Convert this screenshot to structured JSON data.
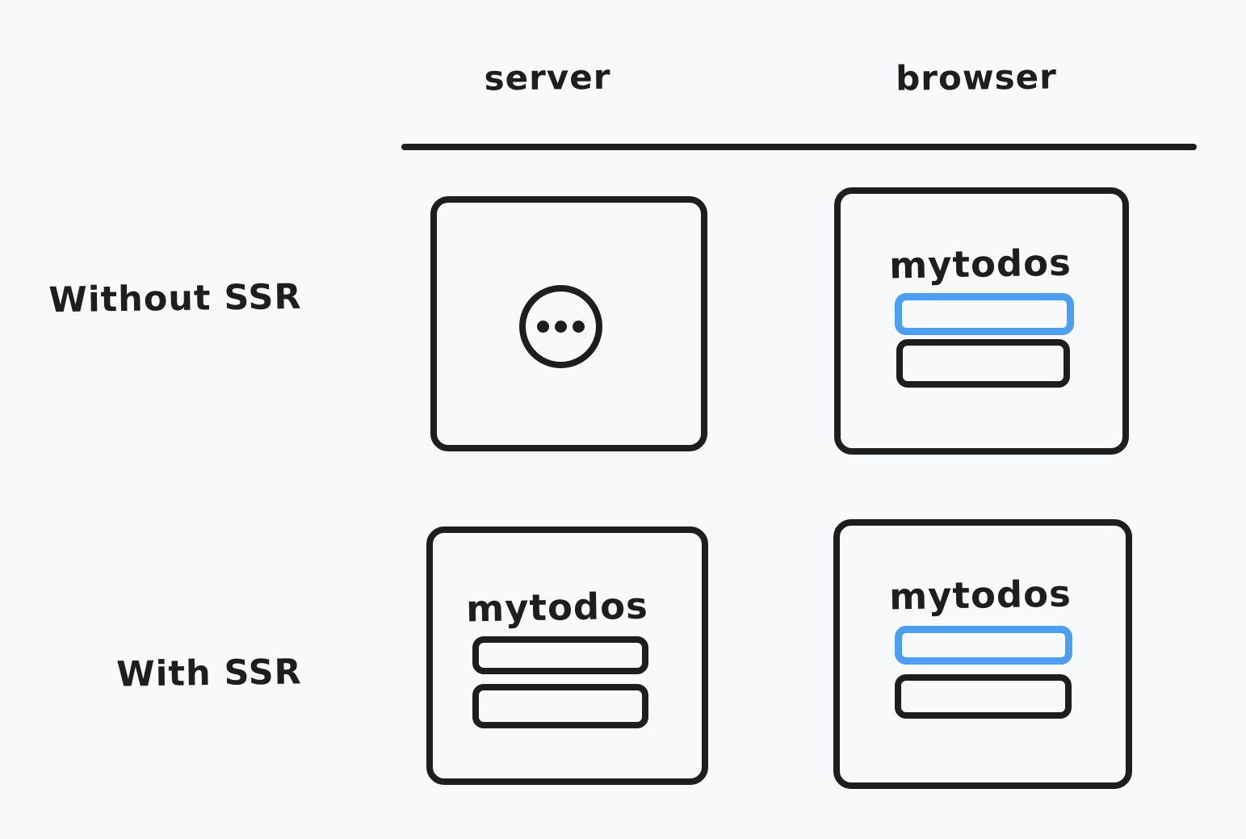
{
  "diagram": {
    "columns": [
      "server",
      "browser"
    ],
    "rows": [
      "Without SSR",
      "With SSR"
    ],
    "colors": {
      "background": "#f8f9fb",
      "stroke": "#1e1e1e",
      "accent_blue": "#4d9ef0"
    },
    "icons": {
      "loading": "ellipsis-circle-icon"
    },
    "cells": {
      "without_ssr": {
        "server": {
          "content": "loading-ellipsis"
        },
        "browser": {
          "title": "mytodos",
          "todo_items": [
            {
              "state": "highlighted"
            },
            {
              "state": "default"
            }
          ]
        }
      },
      "with_ssr": {
        "server": {
          "title": "mytodos",
          "todo_items": [
            {
              "state": "default"
            },
            {
              "state": "default"
            }
          ]
        },
        "browser": {
          "title": "mytodos",
          "todo_items": [
            {
              "state": "highlighted"
            },
            {
              "state": "default"
            }
          ]
        }
      }
    }
  }
}
